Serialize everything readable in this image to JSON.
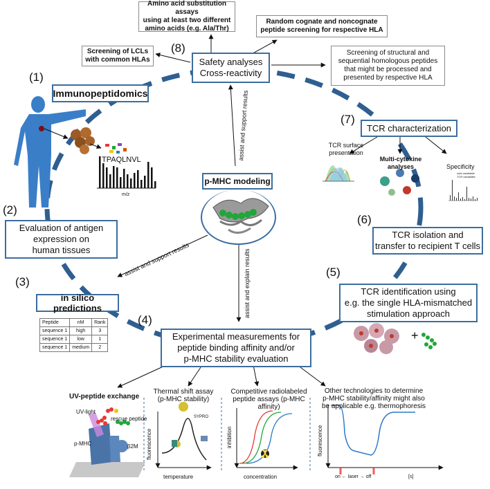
{
  "steps": {
    "s1": {
      "num": "(1)",
      "label": "Immunopeptidomics"
    },
    "s2": {
      "num": "(2)",
      "label_lines": [
        "Evaluation of antigen",
        "expression on",
        "human tissues"
      ]
    },
    "s3": {
      "num": "(3)",
      "label": "in silico predictions"
    },
    "s4": {
      "num": "(4)",
      "label_lines": [
        "Experimental measurements for",
        "peptide binding affinity and/or",
        "p-MHC stability evaluation"
      ]
    },
    "s5": {
      "num": "(5)",
      "label_lines": [
        "TCR identification using",
        "e.g. the single HLA-mismatched",
        "stimulation approach"
      ]
    },
    "s6": {
      "num": "(6)",
      "label_lines": [
        "TCR isolation and",
        "transfer to recipient T cells"
      ]
    },
    "s7": {
      "num": "(7)",
      "label": "TCR characterization"
    },
    "s8": {
      "num": "(8)",
      "label_lines": [
        "Safety analyses",
        "Cross-reactivity"
      ]
    }
  },
  "safety_items": {
    "aa_sub": [
      "Amino acid substitution assays",
      "using at least two different",
      "amino acids (e.g. Ala/Thr)"
    ],
    "random": [
      "Random cognate and noncognate",
      "peptide screening for respective HLA"
    ],
    "lcls": [
      "Screening of LCLs",
      "with common HLAs"
    ],
    "structural": [
      "Screening of structural and",
      "sequential homologous peptides",
      "that might  be processed and",
      "presented by respective HLA"
    ]
  },
  "center": {
    "label": "p-MHC modeling"
  },
  "arrows": {
    "assist_support_top": "assist and support results",
    "assist_support_left": "assist and support results",
    "assist_explain": "assist and explain results"
  },
  "immuno": {
    "peptide": "TPAQLNVL",
    "axis": "m/z",
    "bars": [
      46,
      36,
      30,
      20,
      32,
      30,
      16,
      28,
      20,
      14,
      22,
      26,
      12,
      18,
      38,
      30,
      10
    ]
  },
  "tcr_char": {
    "surface": [
      "TCR surface",
      "presentation"
    ],
    "multi": [
      "Multi-cytokine",
      "analyses"
    ],
    "specificity": "Specificity",
    "legend": [
      "cold candidate",
      "TCR candidate"
    ]
  },
  "prediction_table": {
    "headers": [
      "Peptide",
      "nM",
      "Rank"
    ],
    "rows": [
      [
        "sequence 1",
        "high",
        "3"
      ],
      [
        "sequence 1",
        "low",
        "1"
      ],
      [
        "sequence 1",
        "medium",
        "2"
      ]
    ]
  },
  "assays": {
    "uv": {
      "title": "UV-peptide exchange",
      "uv_light": "UV-light",
      "rescue": "rescue peptide",
      "pmhc": "p-MHC",
      "b2m": "β2M"
    },
    "thermal": {
      "title_lines": [
        "Thermal shift assay",
        "(p-MHC stability)"
      ],
      "ylabel": "fluorescence",
      "xlabel": "temperature",
      "dye": "SYPRO"
    },
    "radio": {
      "title_lines": [
        "Competitive radiolabeled",
        "peptide assays (p-MHC affinity)"
      ],
      "ylabel": "inhibition",
      "xlabel": "concentration"
    },
    "other": {
      "title_lines": [
        "Other technologies to determine",
        "p-MHC stability/affinity might also",
        "be applicable e.g. thermophoresis"
      ],
      "ylabel": "fluorescence",
      "xlabel": "on ← laser → off",
      "unit": "[s]"
    }
  },
  "plus": "+",
  "colors": {
    "accent": "#3b6d9e",
    "body": "#3a7ec8",
    "green": "#1fa73a"
  }
}
